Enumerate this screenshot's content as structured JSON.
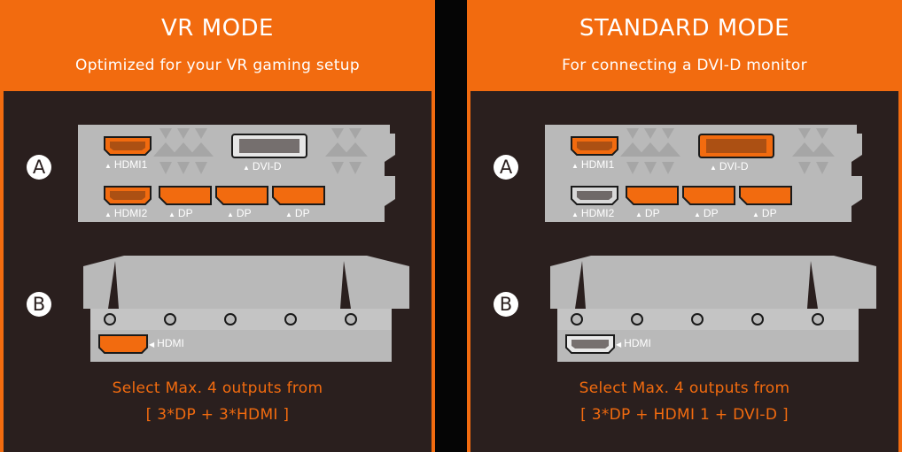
{
  "left_panel": {
    "title": "VR MODE",
    "subtitle": "Optimized for your VR gaming setup",
    "badge_a": "A",
    "badge_b": "B",
    "labels": {
      "hdmi1": "HDMI1",
      "dvid": "DVI-D",
      "hdmi2": "HDMI2",
      "dp1": "DP",
      "dp2": "DP",
      "dp3": "DP",
      "front_hdmi": "HDMI"
    },
    "footer_line1": "Select Max. 4 outputs from",
    "footer_line2": "[ 3*DP + 3*HDMI ]"
  },
  "right_panel": {
    "title": "STANDARD MODE",
    "subtitle": "For connecting a DVI-D monitor",
    "badge_a": "A",
    "badge_b": "B",
    "labels": {
      "hdmi1": "HDMI1",
      "dvid": "DVI-D",
      "hdmi2": "HDMI2",
      "dp1": "DP",
      "dp2": "DP",
      "dp3": "DP",
      "front_hdmi": "HDMI"
    },
    "footer_line1": "Select Max. 4 outputs from",
    "footer_line2": "[ 3*DP + HDMI 1 + DVI-D ]"
  },
  "colors": {
    "accent": "#f26b0f",
    "panel_bg": "#2a1f1e",
    "bracket": "#b9b9b9",
    "port_active": "#f26b0f",
    "port_inactive": "#d8d8d8"
  }
}
